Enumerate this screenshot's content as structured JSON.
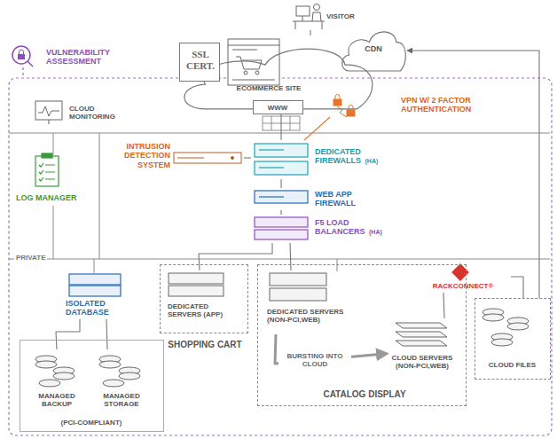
{
  "diagram": {
    "nodes": [
      {
        "text": [
          "VISITOR"
        ]
      },
      {
        "text": [
          "VULNERABILITY ASSESSMENT"
        ]
      },
      {
        "text": [
          "ECOMMERCE SITE"
        ]
      },
      {
        "text": [
          "SSL CERT."
        ],
        "in": 2
      },
      {
        "text": [
          "WWW"
        ],
        "in": 2
      },
      {
        "text": [
          "CDN"
        ]
      },
      {
        "text": [
          "VPN W/ 2 FACTOR AUTHENTICATION"
        ]
      },
      {
        "text": [
          "CLOUD MONITORING"
        ]
      },
      {
        "text": [
          "INTRUSION DETECTION SYSTEM"
        ]
      },
      {
        "text": [
          "DEDICATED FIREWALLS",
          "(HA)"
        ]
      },
      {
        "text": [
          "LOG MANAGER"
        ]
      },
      {
        "text": [
          "WEB APP FIREWALL"
        ]
      },
      {
        "text": [
          "F5 LOAD BALANCERS",
          "(HA)"
        ]
      },
      {
        "text": [
          "RACKCONNECT®"
        ]
      },
      {
        "text": [
          "ISOLATED DATABASE"
        ]
      },
      {
        "text": [
          "SHOPPING CART"
        ]
      },
      {
        "text": [
          "DEDICATED SERVERS (APP)"
        ],
        "in": 15
      },
      {
        "text": [
          "CATALOG DISPLAY"
        ]
      },
      {
        "text": [
          "DEDICATED SERVERS (NON-PCI,WEB)"
        ],
        "in": 17
      },
      {
        "text": [
          "CLOUD SERVERS (NON-PCI,WEB)"
        ],
        "in": 17
      },
      {
        "text": [
          "CLOUD FILES"
        ]
      },
      {
        "text": [
          "(PCI-COMPLIANT)"
        ]
      },
      {
        "text": [
          "MANAGED BACKUP"
        ],
        "in": 21
      },
      {
        "text": [
          "MANAGED STORAGE"
        ],
        "in": 21
      }
    ],
    "edges": [
      {
        "from": 0,
        "to": 2,
        "arrow": "none"
      },
      {
        "from": 20,
        "to": 5,
        "arrow": "to"
      },
      {
        "from": 4,
        "to": 9,
        "arrow": "none"
      },
      {
        "from": 6,
        "to": 9,
        "arrow": "none"
      },
      {
        "from": 8,
        "to": 9,
        "arrow": "none"
      },
      {
        "from": 9,
        "to": 11,
        "arrow": "none"
      },
      {
        "from": 11,
        "to": 12,
        "arrow": "none"
      },
      {
        "from": 12,
        "to": 16,
        "arrow": "none"
      },
      {
        "from": 12,
        "to": 18,
        "arrow": "none"
      },
      {
        "from": 13,
        "to": 19,
        "arrow": "none"
      },
      {
        "from": 13,
        "to": 20,
        "arrow": "none"
      },
      {
        "from": 14,
        "to": 22,
        "arrow": "none"
      },
      {
        "from": 14,
        "to": 23,
        "arrow": "none"
      },
      {
        "from": 18,
        "to": 19,
        "label": "BURSTING INTO CLOUD",
        "arrow": "to"
      }
    ],
    "labels": [
      "PRIVATE"
    ]
  }
}
